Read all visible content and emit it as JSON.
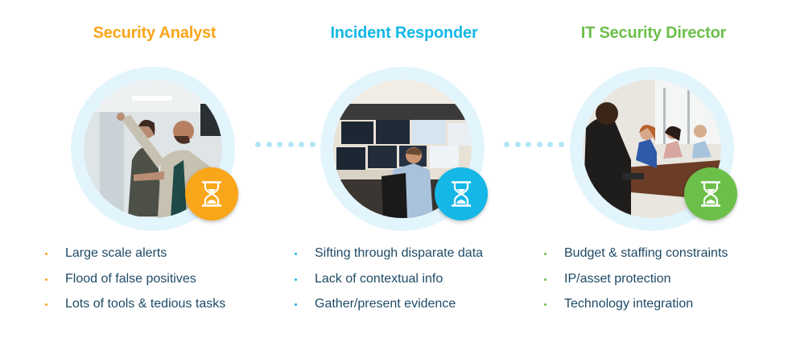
{
  "personas": [
    {
      "title": "Security Analyst",
      "color": "#f9a61a",
      "photo_description": "Two people examining a glass board in an office",
      "badge_icon": "hourglass-icon",
      "pain_points": [
        "Large scale alerts",
        "Flood of false positives",
        "Lots of tools & tedious tasks"
      ]
    },
    {
      "title": "Incident Responder",
      "color": "#14b7e6",
      "photo_description": "Person at a security operations center with many monitors",
      "badge_icon": "hourglass-icon",
      "pain_points": [
        "Sifting through disparate data",
        "Lack of contextual info",
        "Gather/present evidence"
      ]
    },
    {
      "title": "IT Security Director",
      "color": "#6cc04a",
      "photo_description": "Meeting around a conference table",
      "badge_icon": "hourglass-icon",
      "pain_points": [
        "Budget & staffing constraints",
        "IP/asset protection",
        "Technology integration"
      ]
    }
  ],
  "ring_color": "#e3f5fc",
  "connector_color": "#b3e6f7",
  "text_color": "#1e4a66"
}
